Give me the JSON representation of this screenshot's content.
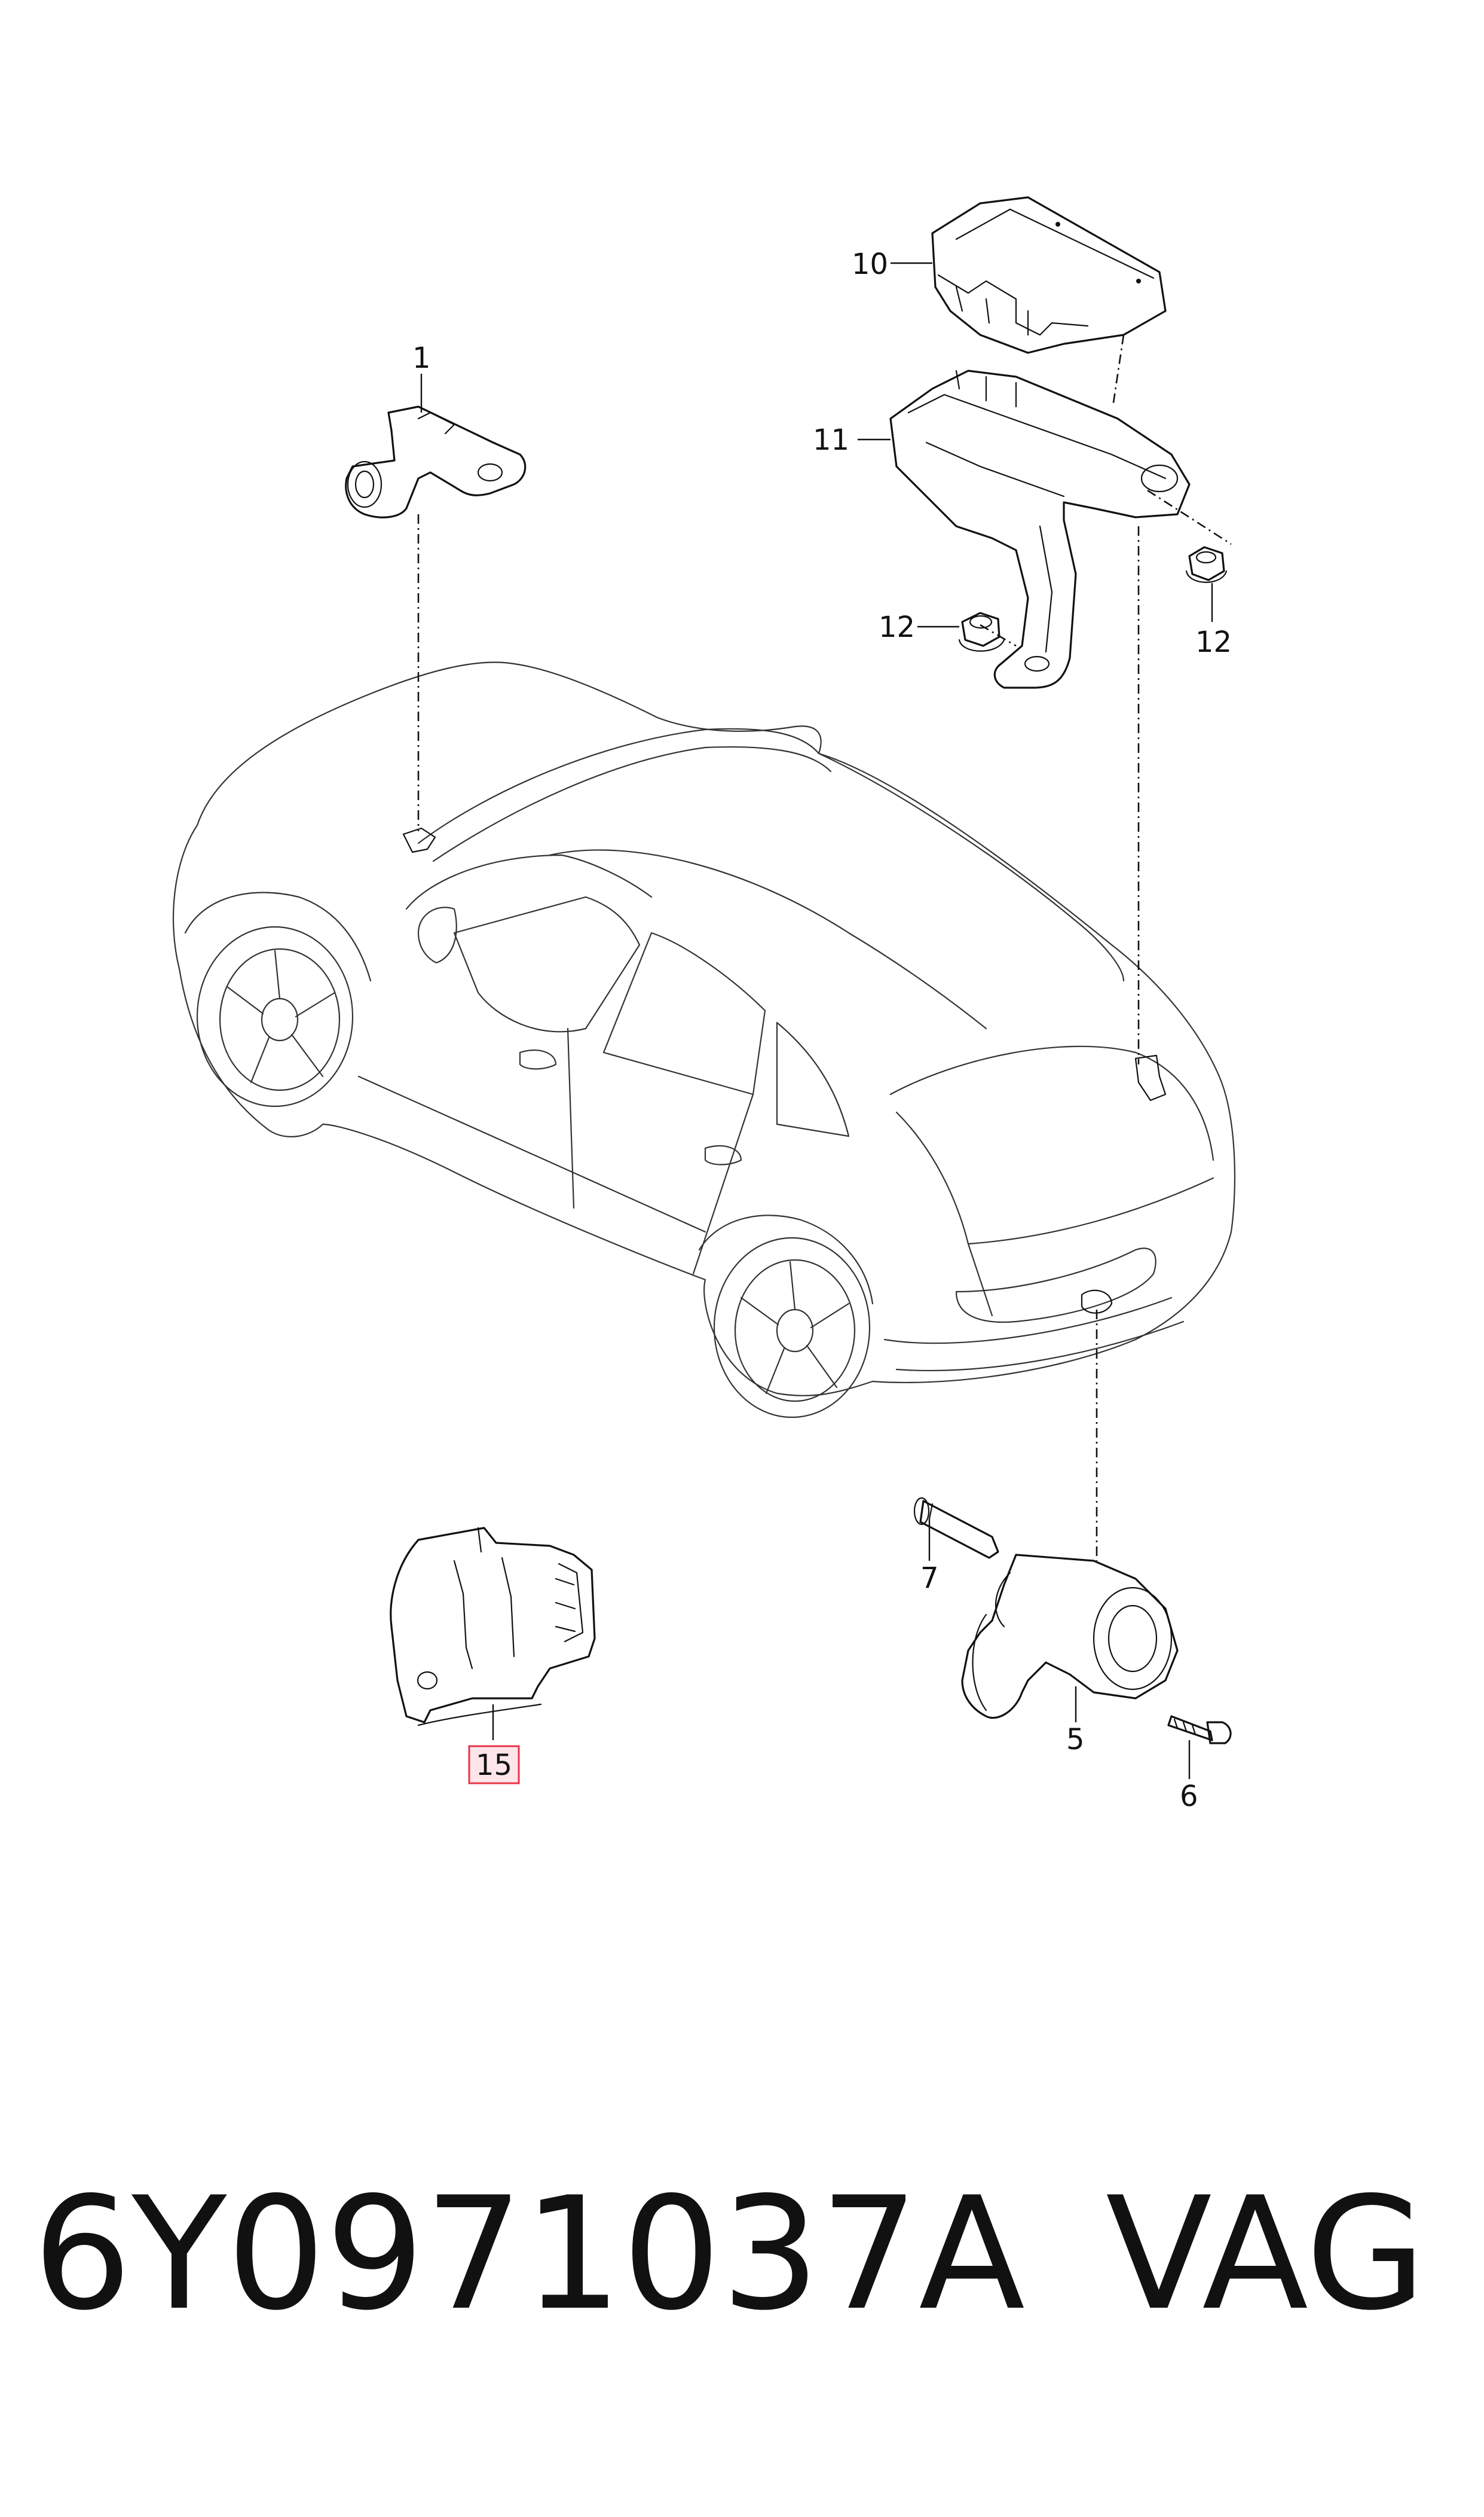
{
  "callouts": {
    "c1": "1",
    "c5": "5",
    "c6": "6",
    "c7": "7",
    "c10": "10",
    "c11": "11",
    "c12a": "12",
    "c12b": "12",
    "c15": "15"
  },
  "highlight_color": "#e8334a",
  "highlight_fill": "#fde6ea",
  "footer": {
    "part_number": "6Y0971037A",
    "brand": "VAG"
  }
}
